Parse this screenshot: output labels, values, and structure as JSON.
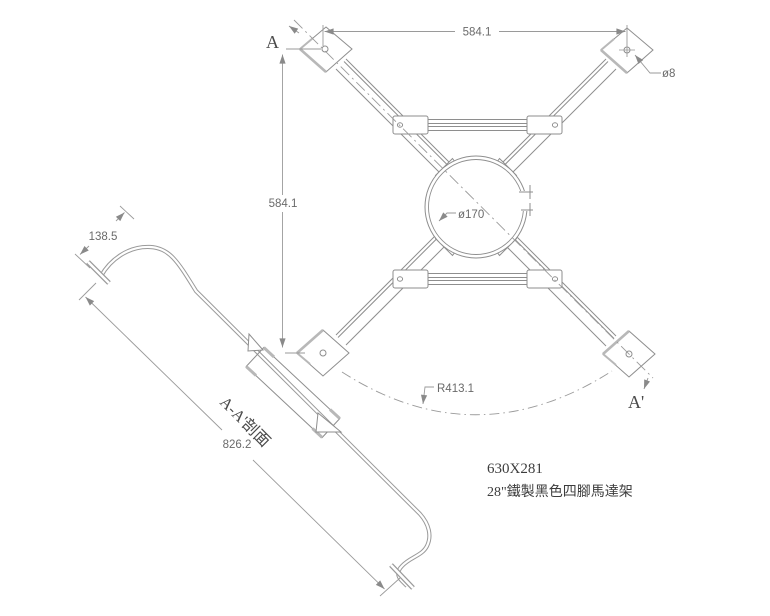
{
  "labels": {
    "section_marker_start": "A",
    "section_marker_end": "A'",
    "section_view_title": "A-A'剖面"
  },
  "dimensions": {
    "frame_width": "584.1",
    "frame_height": "584.1",
    "corner_hole_diameter": "ø8",
    "hub_diameter": "ø170",
    "sweep_radius": "R413.1",
    "foot_length": "138.5",
    "leg_length": "826.2"
  },
  "title_block": {
    "model_number": "630X281",
    "description": "28\"鐵製黑色四腳馬達架"
  },
  "colors": {
    "line": "#8e8e8e",
    "thick_line": "#b8b8b8",
    "dim_line": "#9a9a9a",
    "dim_text": "#6a6a6a",
    "dark_text": "#3d3d3d"
  }
}
